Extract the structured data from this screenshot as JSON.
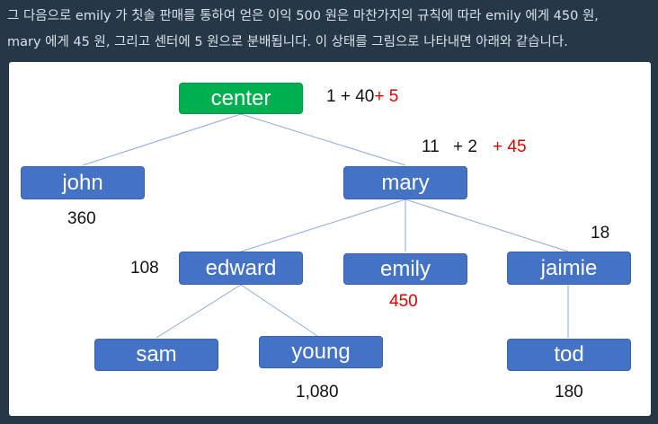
{
  "intro": {
    "line1": "그 다음으로 emily 가 칫솔 판매를 통하여 얻은 이익 500 원은 마찬가지의 규칙에 따라 emily 에게 450 원,",
    "line2": "mary 에게 45 원, 그리고 센터에 5 원으로 분배됩니다. 이 상태를 그림으로 나타내면 아래와 같습니다."
  },
  "nodes": {
    "center": "center",
    "john": "john",
    "mary": "mary",
    "edward": "edward",
    "emily": "emily",
    "jaimie": "jaimie",
    "sam": "sam",
    "young": "young",
    "tod": "tod"
  },
  "annotations": {
    "center_base": "1 + 40",
    "center_add": "+ 5",
    "mary_base_a": "11",
    "mary_base_b": "+ 2",
    "mary_add": "+ 45",
    "john": "360",
    "edward": "108",
    "emily": "450",
    "jaimie": "18",
    "young": "1,080",
    "tod": "180"
  },
  "colors": {
    "node_blue": "#4472c4",
    "node_green": "#00b050",
    "highlight_red": "#e00000",
    "edge": "#8faadc"
  }
}
